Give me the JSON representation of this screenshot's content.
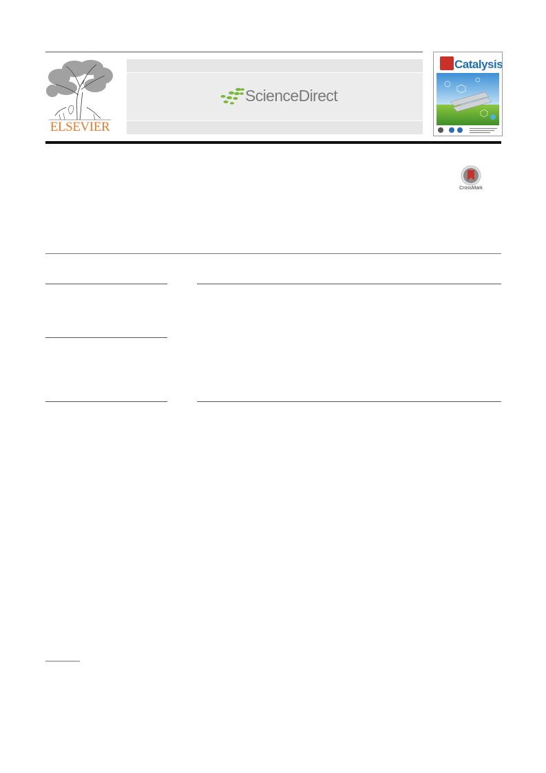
{
  "header": {
    "publisher_wordmark": "ELSEVIER",
    "platform_name": "ScienceDirect",
    "journal_cover_title": "Catalysis"
  },
  "badges": {
    "crossmark_label": "CrossMark"
  },
  "colors": {
    "elsevier_orange": "#e87a2d",
    "sciencedirect_green": "#79b83a",
    "sciencedirect_gray": "#7a7a7a",
    "cover_blue": "#1f6fb2",
    "crossmark_red": "#c8322b"
  }
}
